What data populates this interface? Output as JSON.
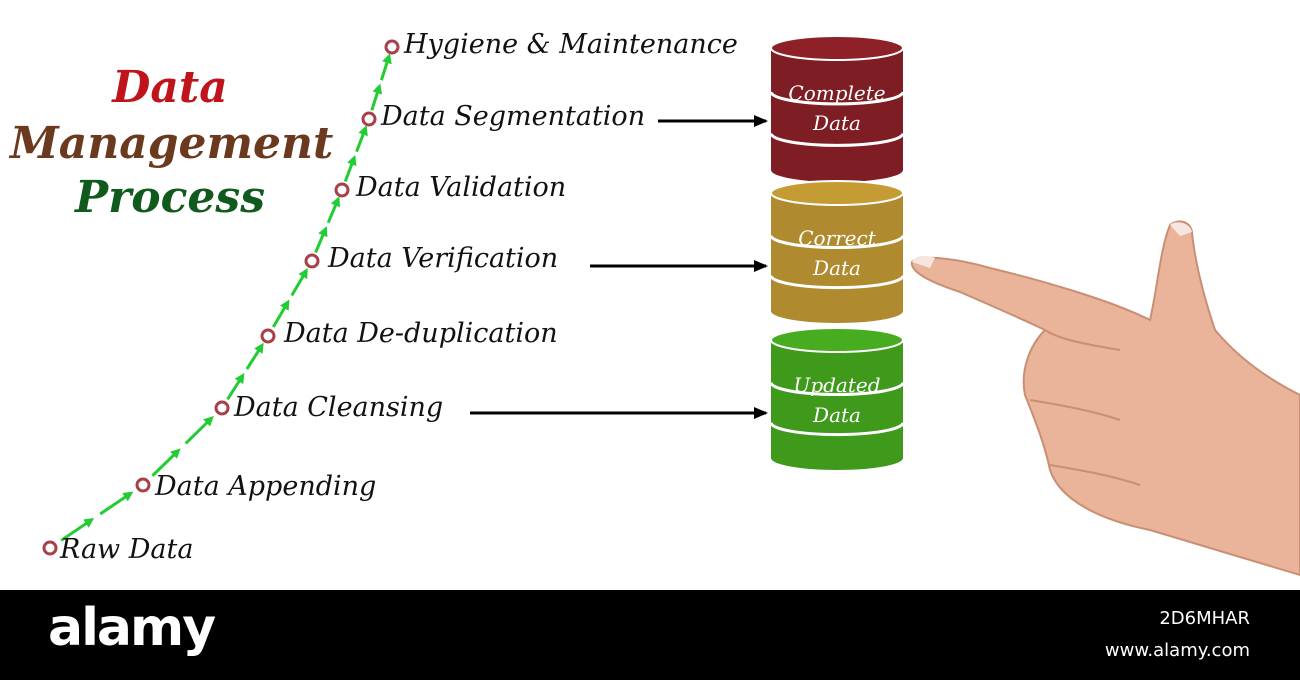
{
  "title": {
    "line1": "Data",
    "line2": "Management",
    "line3": "Process",
    "colors": {
      "line1": "#c0141c",
      "line2": "#6b3a1e",
      "line3": "#0f5a1c"
    }
  },
  "steps": [
    {
      "label": "Raw Data"
    },
    {
      "label": "Data Appending"
    },
    {
      "label": "Data Cleansing"
    },
    {
      "label": "Data De-duplication"
    },
    {
      "label": "Data Verification"
    },
    {
      "label": "Data Validation"
    },
    {
      "label": "Data Segmentation"
    },
    {
      "label": "Hygiene & Maintenance"
    }
  ],
  "databases": [
    {
      "line1": "Complete",
      "line2": "Data",
      "color": "#7f1d24",
      "source_step": "Data Segmentation"
    },
    {
      "line1": "Correct",
      "line2": "Data",
      "color": "#b08a2e",
      "source_step": "Data Verification"
    },
    {
      "line1": "Updated",
      "line2": "Data",
      "color": "#3f9a1c",
      "source_step": "Data Cleansing"
    }
  ],
  "colors": {
    "step_arrow": "#22cc33",
    "node_ring": "#a8404a",
    "connector": "#000000"
  },
  "watermark": {
    "logo": "alamy",
    "image_id": "2D6MHAR",
    "url": "www.alamy.com"
  }
}
